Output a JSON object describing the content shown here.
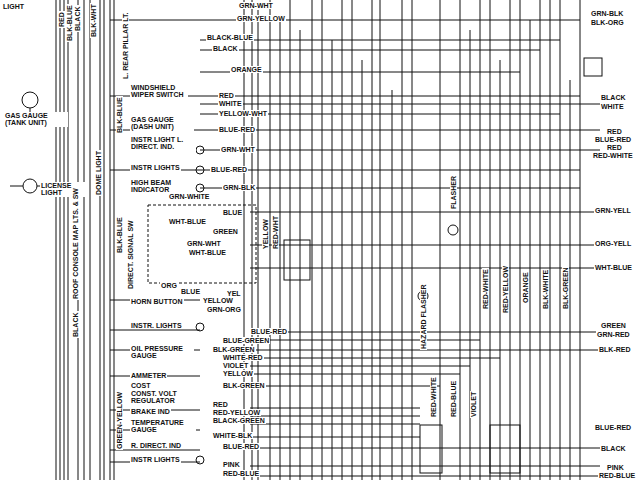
{
  "diagram": {
    "labels": [
      "LIGHT",
      "RED",
      "BLK-BLUE",
      "BLACK",
      "BLK-WHT",
      "L. REAR PILLAR LT.",
      "GAS GAUGE (TANK UNIT)",
      "LICENSE LIGHT",
      "DOME LIGHT",
      "BLK-BLUE",
      "BLK-BLUE",
      "DIRECT. SIGNAL SW",
      "ROOF CONSOLE MAP LTS. & SW",
      "BLACK",
      "GREEN-YELLOW",
      "WINDSHIELD WIPER SWITCH",
      "GAS GAUGE (DASH UNIT)",
      "INSTR LIGHT L. DIRECT. IND.",
      "INSTR LIGHTS",
      "HIGH BEAM INDICATOR",
      "HORN BUTTON",
      "INSTR. LIGHTS",
      "OIL PRESSURE GAUGE",
      "AMMETER",
      "COST",
      "CONST. VOLT REGULATOR",
      "BRAKE IND",
      "TEMPERATURE GAUGE",
      "R. DIRECT. IND",
      "INSTR LIGHTS",
      "GRN-WHT",
      "GRN-YELLOW",
      "BLACK-BLUE",
      "BLACK",
      "ORANGE",
      "RED",
      "WHITE",
      "YELLOW-WHT",
      "BLUE-RED",
      "GRN-WHT",
      "BLUE-RED",
      "GRN-BLK",
      "GRN-WHITE",
      "BLUE",
      "WHT-BLUE",
      "GREEN",
      "GRN-WHT",
      "WHT-BLUE",
      "YELLOW",
      "RED-WHT",
      "ORG",
      "BLUE",
      "YEL",
      "YELLOW",
      "GRN-ORG",
      "BLUE-RED",
      "BLUE-GREEN",
      "BLK-GREEN",
      "WHITE-RED",
      "VIOLET",
      "YELLOW",
      "BLK-GREEN",
      "RED",
      "RED-YELLOW",
      "BLACK-GREEN",
      "WHITE-BLK",
      "BLUE-RED",
      "PINK",
      "RED-BLUE",
      "FLASHER",
      "HAZARD FLASHER",
      "RED-WHITE",
      "RED-YELLOW",
      "ORANGE",
      "BLK-WHITE",
      "BLK-GREEN",
      "RED-WHITE",
      "RED-BLUE",
      "VIOLET",
      "GRN-BLK",
      "BLK-ORG",
      "BLACK",
      "WHITE",
      "RED",
      "BLUE-RED",
      "RED",
      "RED-WHITE",
      "GRN-YELL",
      "ORG-YELL",
      "WHT-BLUE",
      "GREEN",
      "GRN-RED",
      "BLK-RED",
      "BLUE-RED",
      "BLACK",
      "PINK",
      "RED-BLUE"
    ]
  }
}
